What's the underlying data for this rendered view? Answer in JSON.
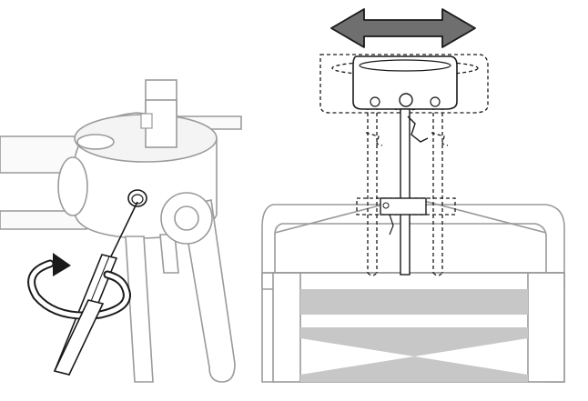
{
  "figure": {
    "panels": [
      {
        "id": "left",
        "subject": "tripod-head-adjustment",
        "tool": "hex-key",
        "motion": "rotate"
      },
      {
        "id": "right",
        "subject": "handle-width-adjustment",
        "motion": "slide-left-right"
      }
    ]
  },
  "colors": {
    "line_gray": "#9a9a9a",
    "light_fill": "#f4f4f4",
    "mid_gray": "#c7c7c7",
    "dark": "#1a1a1a",
    "arrow_fill": "#6f6f6f"
  },
  "icons": {
    "rotate": "curved-rotation-arrow",
    "slide": "double-headed-horizontal-arrow"
  }
}
